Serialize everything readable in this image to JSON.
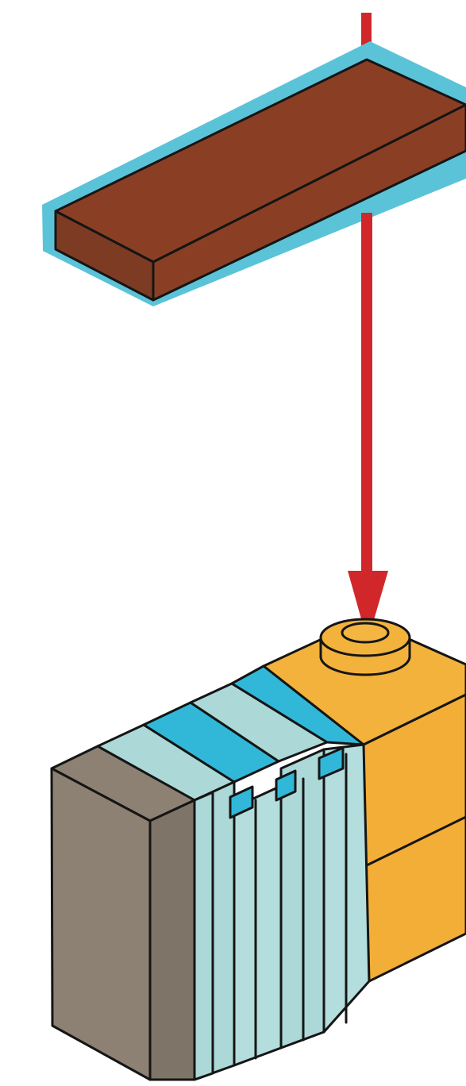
{
  "diagram": {
    "title": "",
    "step_labels": [],
    "parts": [
      {
        "name": "tile-plate",
        "color": "#8a3f25",
        "highlight": "#5bc3d8"
      },
      {
        "name": "arrow",
        "color": "#d1272b"
      },
      {
        "name": "orange-brick-with-stud",
        "color": "#f2b23b"
      },
      {
        "name": "gray-block",
        "color": "#8d8174"
      },
      {
        "name": "light-blue-slotted-pieces",
        "color": "#acd8d7"
      },
      {
        "name": "cyan-top-stripes",
        "color": "#31b8d9"
      }
    ]
  }
}
